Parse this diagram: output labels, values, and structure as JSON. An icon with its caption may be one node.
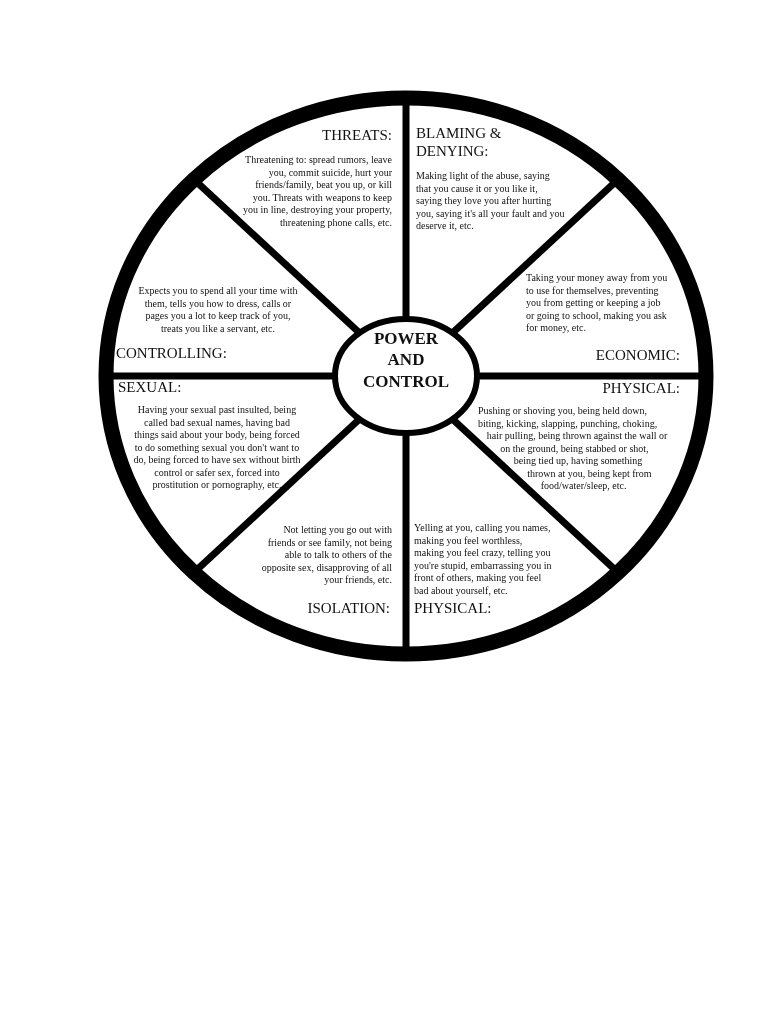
{
  "diagram": {
    "nodes": [
      {
        "text": [
          "THREATS:",
          "Threatening to: spread rumors, leave you, commit suicide, hurt your friends/family, beat you up, or kill you.  Threats with weapons to keep you in line, destroying your property, threatening phone calls, etc."
        ]
      },
      {
        "text": [
          "BLAMING & DENYING:",
          "Making light of the abuse, saying that you cause it or you like it, saying they love you after hurting you, saying it's all your fault and you deserve it, etc."
        ]
      },
      {
        "text": [
          "Expects you to spend all your time with them, tells you how to dress, calls or pages you a lot to keep track of you, treats you like a servant, etc.",
          "CONTROLLING:"
        ]
      },
      {
        "text": [
          "Taking your money away from you to use for themselves, preventing you from getting or keeping a job or going to school, making you ask for money, etc.",
          "ECONOMIC:"
        ]
      },
      {
        "text": [
          "POWER AND CONTROL"
        ]
      },
      {
        "text": [
          "SEXUAL:",
          "Having your sexual past insulted, being called bad sexual names, having bad things said about your body, being forced to do something sexual you don't want to do, being forced to have sex without birth control or safer sex, forced into prostitution or pornography, etc."
        ]
      },
      {
        "text": [
          "PHYSICAL:",
          "Pushing or shoving you, being held down, biting, kicking, slapping, punching, choking, hair pulling, being thrown against the wall or on the ground, being stabbed or shot, being tied up, having something thrown at you, being kept from food/water/sleep, etc."
        ]
      },
      {
        "text": [
          "Not letting you go out with friends or see family, not being able to talk to others of the opposite sex, disapproving of all your friends, etc.",
          "ISOLATION:"
        ]
      },
      {
        "text": [
          "Yelling at you, calling you names, making you feel worthless, making you feel crazy, telling you you're stupid, embarrassing you in front of others, making you feel bad about yourself, etc.",
          "PHYSICAL:"
        ]
      }
    ]
  }
}
